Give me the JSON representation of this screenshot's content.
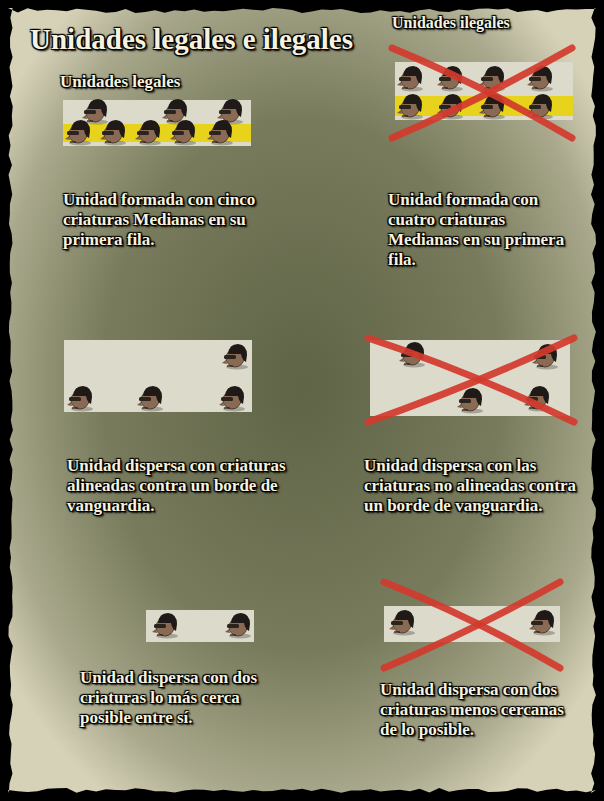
{
  "diagram": {
    "title": "Unidades legales e ilegales",
    "labels": [
      "Unidades legales",
      "Unidades ilegales",
      "Unidad formada con cinco criaturas Medianas en su primera fila.",
      "Unidad formada con cuatro criaturas Medianas en su primera fila.",
      "Unidad dispersa con criaturas alineadas contra un borde de vanguardia.",
      "Unidad dispersa con las criaturas no alineadas contra un borde de vanguardia.",
      "Unidad dispersa con dos criaturas lo más cerca posible entre sí.",
      "Unidad dispersa con dos criaturas menos cercanas de lo posible."
    ]
  }
}
